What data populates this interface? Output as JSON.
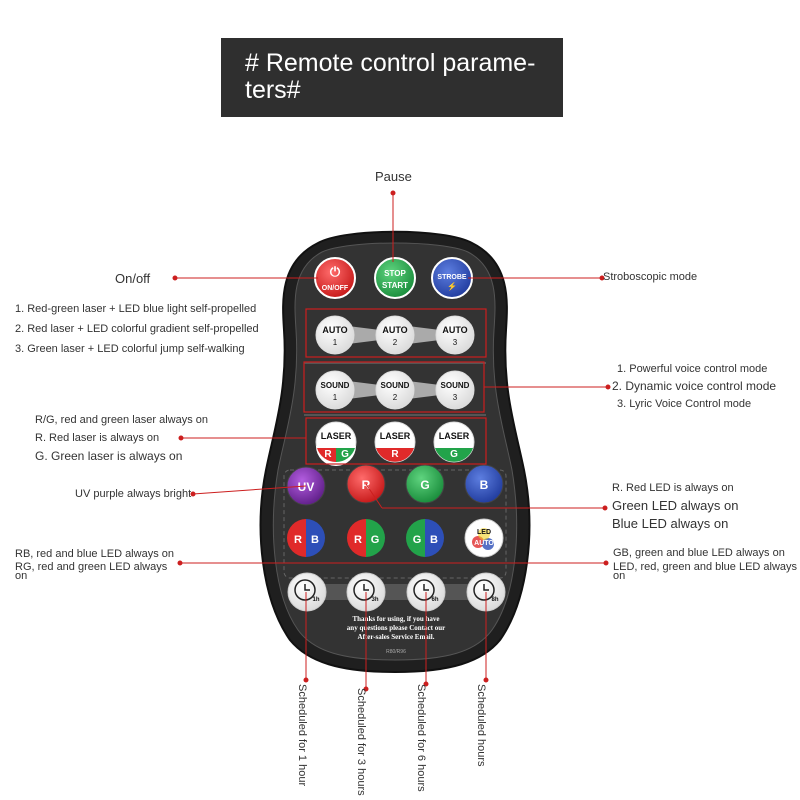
{
  "banner": {
    "line1": "# Remote control parame-",
    "line2": "ters#"
  },
  "labels": {
    "pause": "Pause",
    "on_off": "On/off",
    "strobe_mode": "Stroboscopic mode",
    "auto_1": "1. Red-green laser + LED blue light self-propelled",
    "auto_2": "2. Red laser + LED colorful gradient self-propelled",
    "auto_3": "3. Green laser + LED colorful jump self-walking",
    "sound_1": "1. Powerful voice control mode",
    "sound_2": "2. Dynamic voice control mode",
    "sound_3": "3. Lyric Voice Control mode",
    "laser_rg": "R/G, red and green laser always on",
    "laser_r": "R. Red laser is always on",
    "laser_g": "G. Green laser is always on",
    "uv": "UV purple always bright",
    "led_r": "R. Red LED is always on",
    "led_g": "Green LED always on",
    "led_b": "Blue LED always on",
    "rb_line1": "RB, red and blue LED always on",
    "rg_line1": "RG, red and green LED always",
    "rg_line2": "on",
    "gb_line1": "GB, green and blue LED always on",
    "auto_led_line1": "LED, red, green and blue LED always",
    "auto_led_line2": "on",
    "sched_1h": "Scheduled for 1 hour",
    "sched_3h": "Scheduled for 3 hours",
    "sched_6h": "Scheduled for 6 hours",
    "sched_8h": "Scheduled hours"
  },
  "remote": {
    "on_off": "ON/OFF",
    "stop": "STOP",
    "start": "START",
    "strobe": "STROBE",
    "auto": "AUTO",
    "sound": "SOUND",
    "laser": "LASER",
    "num1": "1",
    "num2": "2",
    "num3": "3",
    "uv": "UV",
    "r": "R",
    "g": "G",
    "b": "B",
    "led": "LED",
    "led_auto": "AUTO",
    "t1": "1h",
    "t3": "3h",
    "t6": "6h",
    "t8": "8h",
    "thanks_1": "Thanks for using, if you have",
    "thanks_2": "any questions please Contact our",
    "thanks_3": "After-sales Service Email.",
    "model": "R80/R96"
  },
  "colors": {
    "red": "#e02a2a",
    "green": "#22a34a",
    "blue": "#2d4fb8",
    "purple": "#7a2fa8",
    "annotation": "#cc1f1f",
    "body": "#2a2a2a"
  }
}
